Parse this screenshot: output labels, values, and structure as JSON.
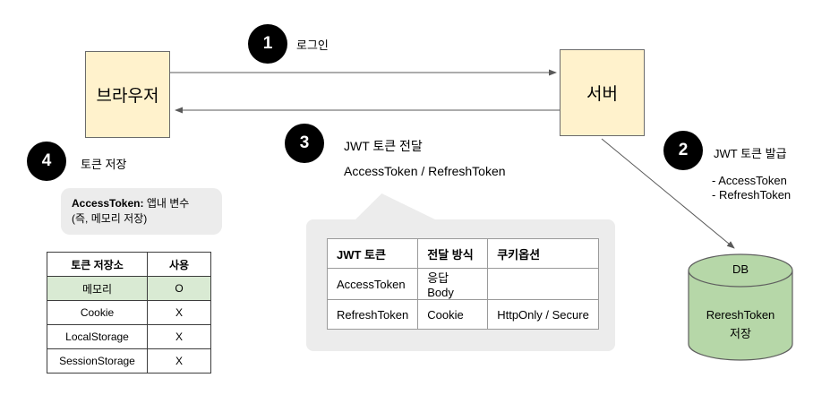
{
  "nodes": {
    "browser": {
      "label": "브라우저"
    },
    "server": {
      "label": "서버"
    },
    "db": {
      "title": "DB",
      "line1": "RereshToken",
      "line2": "저장"
    }
  },
  "steps": [
    {
      "num": "1",
      "title": "로그인"
    },
    {
      "num": "2",
      "title": "JWT 토큰 발급",
      "details": "- AccessToken\n- RefreshToken"
    },
    {
      "num": "3",
      "title": "JWT 토큰 전달",
      "subtitle": "AccessToken / RefreshToken"
    },
    {
      "num": "4",
      "title": "토큰 저장"
    }
  ],
  "note": {
    "heading": "AccessToken:",
    "line1": " 앱내 변수",
    "line2": "(즉, 메모리 저장)"
  },
  "storage_table": {
    "headers": [
      "토큰 저장소",
      "사용"
    ],
    "rows": [
      [
        "메모리",
        "O"
      ],
      [
        "Cookie",
        "X"
      ],
      [
        "LocalStorage",
        "X"
      ],
      [
        "SessionStorage",
        "X"
      ]
    ],
    "highlight_row_index": 0
  },
  "token_table": {
    "headers": [
      "JWT 토큰",
      "전달 방식",
      "쿠키옵션"
    ],
    "rows": [
      [
        "AccessToken",
        "응답 Body",
        ""
      ],
      [
        "RefreshToken",
        "Cookie",
        "HttpOnly / Secure"
      ]
    ]
  },
  "colors": {
    "node_fill": "#fff2cc",
    "node_border": "#6b6b6b",
    "db_fill": "#b6d7a8",
    "highlight_row": "#d9ead3",
    "tooltip_bg": "#ececec",
    "step_circle": "#000000",
    "connector": "#595959"
  }
}
